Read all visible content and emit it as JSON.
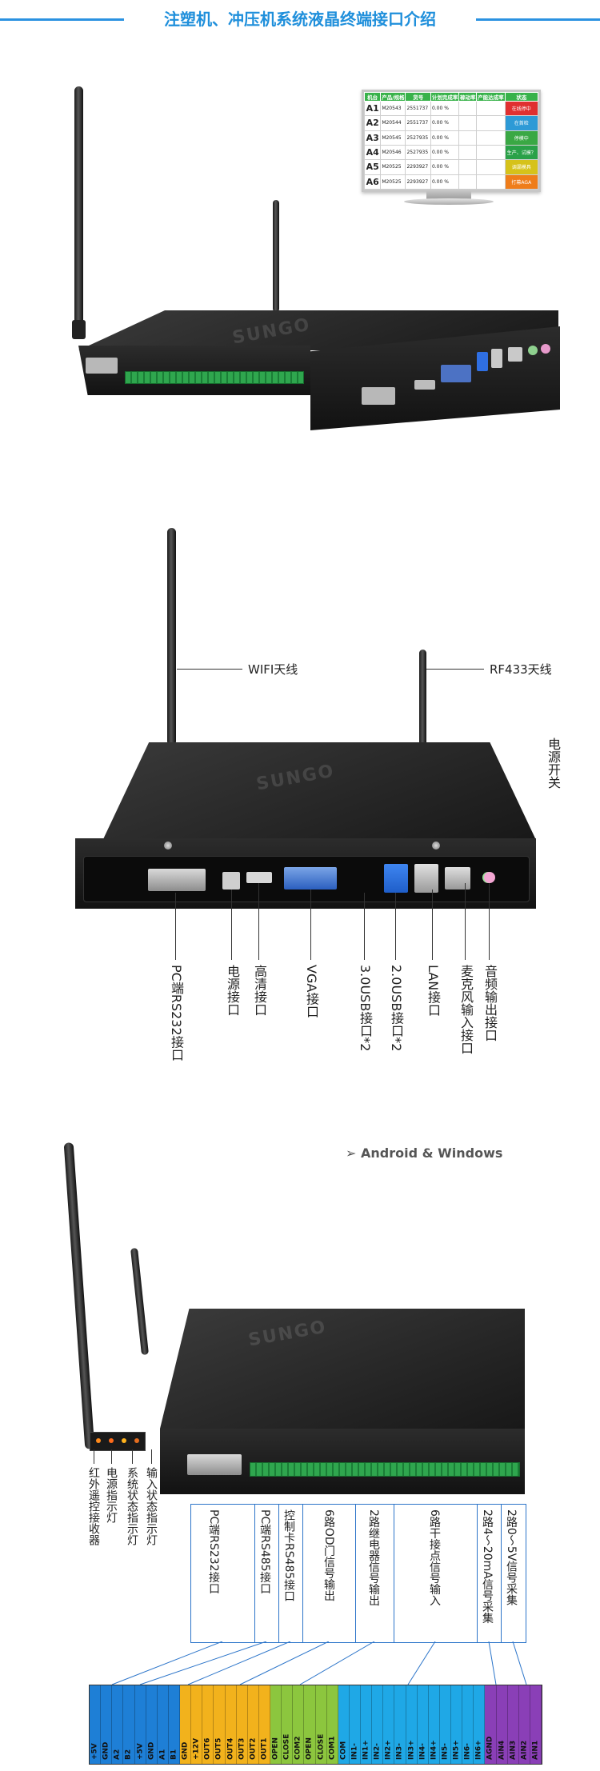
{
  "header": {
    "title": "注塑机、冲压机系统液晶终端接口介绍"
  },
  "monitor_table": {
    "headers": [
      "机台",
      "产品/规格",
      "货号",
      "计划完成率",
      "稼动率",
      "产能达成率",
      "状态"
    ],
    "rows": [
      {
        "machine": "A1",
        "product": "M20543",
        "sku": "2551737",
        "rate": "0.00 %",
        "status": "在线停中",
        "color": "#e03030"
      },
      {
        "machine": "A2",
        "product": "M20544",
        "sku": "2551737",
        "rate": "0.00 %",
        "status": "在首检",
        "color": "#2d9ad6"
      },
      {
        "machine": "A3",
        "product": "M20545",
        "sku": "2527935",
        "rate": "0.00 %",
        "status": "停模中",
        "color": "#3aa844"
      },
      {
        "machine": "A4",
        "product": "M20546",
        "sku": "2527935",
        "rate": "0.00 %",
        "status": "生产、试模？",
        "color": "#2aa148"
      },
      {
        "machine": "A5",
        "product": "M20525",
        "sku": "2293927",
        "rate": "0.00 %",
        "status": "调漏模具",
        "color": "#d6c21a"
      },
      {
        "machine": "A6",
        "product": "M20525",
        "sku": "2293927",
        "rate": "0.00 %",
        "status": "打幕AGA",
        "color": "#ef7d1a"
      }
    ]
  },
  "section2": {
    "wifi_label": "WIFI天线",
    "rf_label": "RF433天线",
    "power_switch_label": "电源开关",
    "ports": [
      {
        "name": "pc-rs232",
        "label": "PC端RS232接口"
      },
      {
        "name": "power",
        "label": "电源接口"
      },
      {
        "name": "hdmi",
        "label": "高清接口"
      },
      {
        "name": "vga",
        "label": "VGA接口"
      },
      {
        "name": "usb3",
        "label": "3.0USB接口*2"
      },
      {
        "name": "usb2",
        "label": "2.0USB接口*2"
      },
      {
        "name": "lan",
        "label": "LAN接口"
      },
      {
        "name": "mic",
        "label": "麦克风输入接口"
      },
      {
        "name": "audio",
        "label": "音频输出接口"
      }
    ]
  },
  "section3": {
    "tag": "➢ Android & Windows",
    "left_labels": [
      "红外遥控接收器",
      "电源指示灯",
      "系统状态指示灯",
      "输入状态指示灯"
    ],
    "boxes": [
      "PC端RS232接口",
      "PC端RS485接口",
      "控制卡RS485接口",
      "6路OD门信号输出",
      "2路继电器信号输出",
      "6路干接点信号输入",
      "2路4～20mA信号采集",
      "2路0～5V信号采集"
    ]
  },
  "pin_strip": [
    {
      "label": "+5V",
      "color": "#1e7fd6"
    },
    {
      "label": "GND",
      "color": "#1e7fd6"
    },
    {
      "label": "A2",
      "color": "#1e7fd6"
    },
    {
      "label": "B2",
      "color": "#1e7fd6"
    },
    {
      "label": "+5V",
      "color": "#1e7fd6"
    },
    {
      "label": "GND",
      "color": "#1e7fd6"
    },
    {
      "label": "A1",
      "color": "#1e7fd6"
    },
    {
      "label": "B1",
      "color": "#1e7fd6"
    },
    {
      "label": "GND",
      "color": "#f2b21c"
    },
    {
      "label": "+12V",
      "color": "#f2b21c"
    },
    {
      "label": "OUT6",
      "color": "#f2b21c"
    },
    {
      "label": "OUT5",
      "color": "#f2b21c"
    },
    {
      "label": "OUT4",
      "color": "#f2b21c"
    },
    {
      "label": "OUT3",
      "color": "#f2b21c"
    },
    {
      "label": "OUT2",
      "color": "#f2b21c"
    },
    {
      "label": "OUT1",
      "color": "#f2b21c"
    },
    {
      "label": "OPEN",
      "color": "#8cc63e"
    },
    {
      "label": "CLOSE",
      "color": "#8cc63e"
    },
    {
      "label": "COM2",
      "color": "#8cc63e"
    },
    {
      "label": "OPEN",
      "color": "#8cc63e"
    },
    {
      "label": "CLOSE",
      "color": "#8cc63e"
    },
    {
      "label": "COM1",
      "color": "#8cc63e"
    },
    {
      "label": "COM",
      "color": "#1fa8e6"
    },
    {
      "label": "IN1-",
      "color": "#1fa8e6"
    },
    {
      "label": "IN1+",
      "color": "#1fa8e6"
    },
    {
      "label": "IN2-",
      "color": "#1fa8e6"
    },
    {
      "label": "IN2+",
      "color": "#1fa8e6"
    },
    {
      "label": "IN3-",
      "color": "#1fa8e6"
    },
    {
      "label": "IN3+",
      "color": "#1fa8e6"
    },
    {
      "label": "IN4-",
      "color": "#1fa8e6"
    },
    {
      "label": "IN4+",
      "color": "#1fa8e6"
    },
    {
      "label": "IN5-",
      "color": "#1fa8e6"
    },
    {
      "label": "IN5+",
      "color": "#1fa8e6"
    },
    {
      "label": "IN6-",
      "color": "#1fa8e6"
    },
    {
      "label": "IN6+",
      "color": "#1fa8e6"
    },
    {
      "label": "AGND",
      "color": "#8a3fb7"
    },
    {
      "label": "AIN4",
      "color": "#8a3fb7"
    },
    {
      "label": "AIN3",
      "color": "#8a3fb7"
    },
    {
      "label": "AIN2",
      "color": "#8a3fb7"
    },
    {
      "label": "AIN1",
      "color": "#8a3fb7"
    }
  ]
}
